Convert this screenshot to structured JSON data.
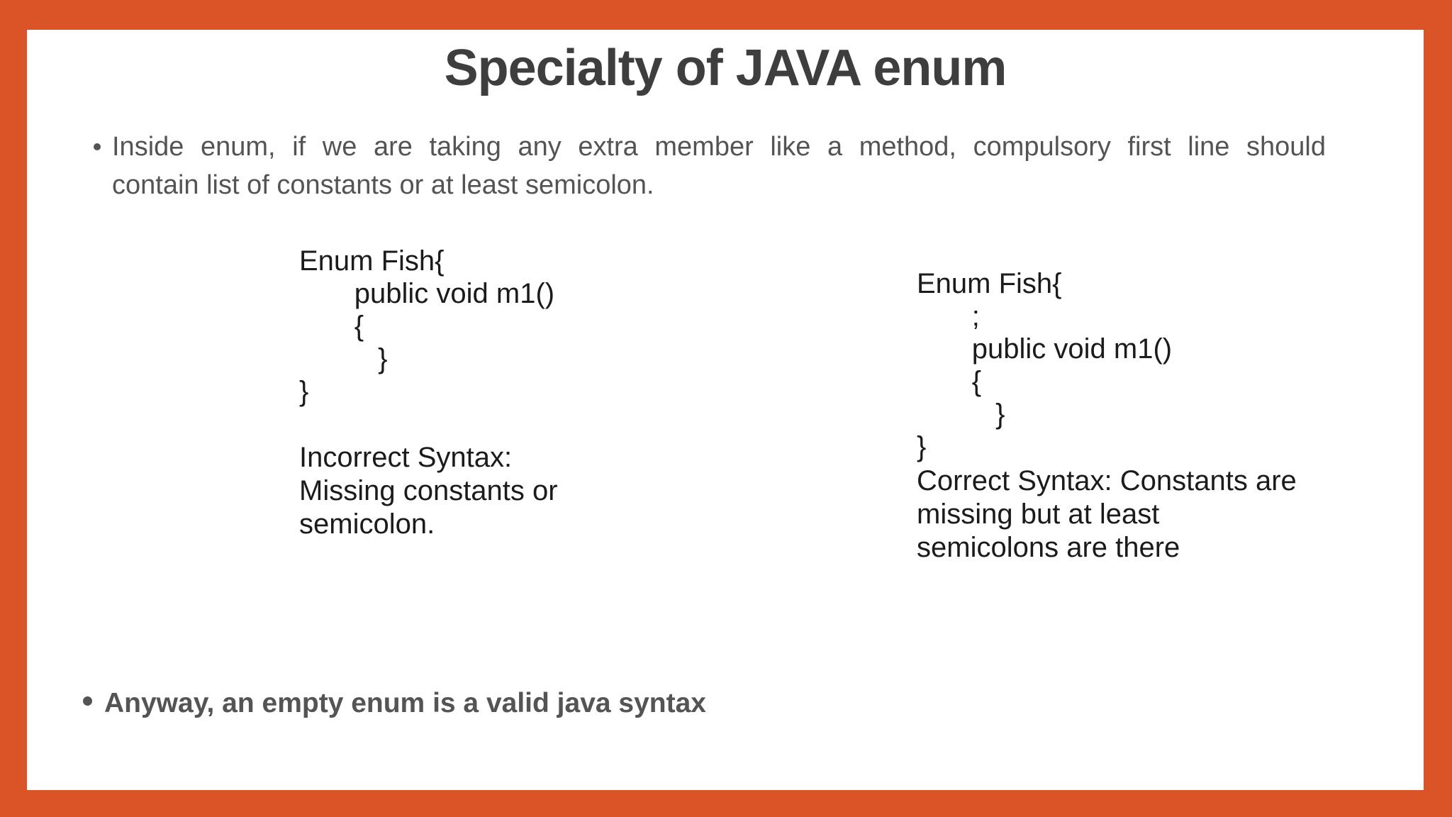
{
  "slide": {
    "title": "Specialty of JAVA enum",
    "colors": {
      "frame": "#db5427",
      "background": "#ffffff",
      "title_text": "#3e3e3e",
      "body_text": "#545454",
      "code_text": "#1b1b1b"
    },
    "bullet1": {
      "line1": "Inside enum, if we are taking any extra member like a method, compulsory first line should",
      "line2": "contain list of constants or at least semicolon."
    },
    "examples": {
      "incorrect": {
        "code": "Enum Fish{\n       public void m1()\n       {\n          }\n}",
        "caption": "Incorrect Syntax:\nMissing constants or\nsemicolon."
      },
      "correct": {
        "code": "Enum Fish{\n       ;\n       public void m1()\n       {\n          }\n}",
        "caption": "Correct Syntax: Constants are\nmissing but at least\nsemicolons are there"
      }
    },
    "bullet2": "Anyway, an empty enum is a valid java syntax"
  }
}
